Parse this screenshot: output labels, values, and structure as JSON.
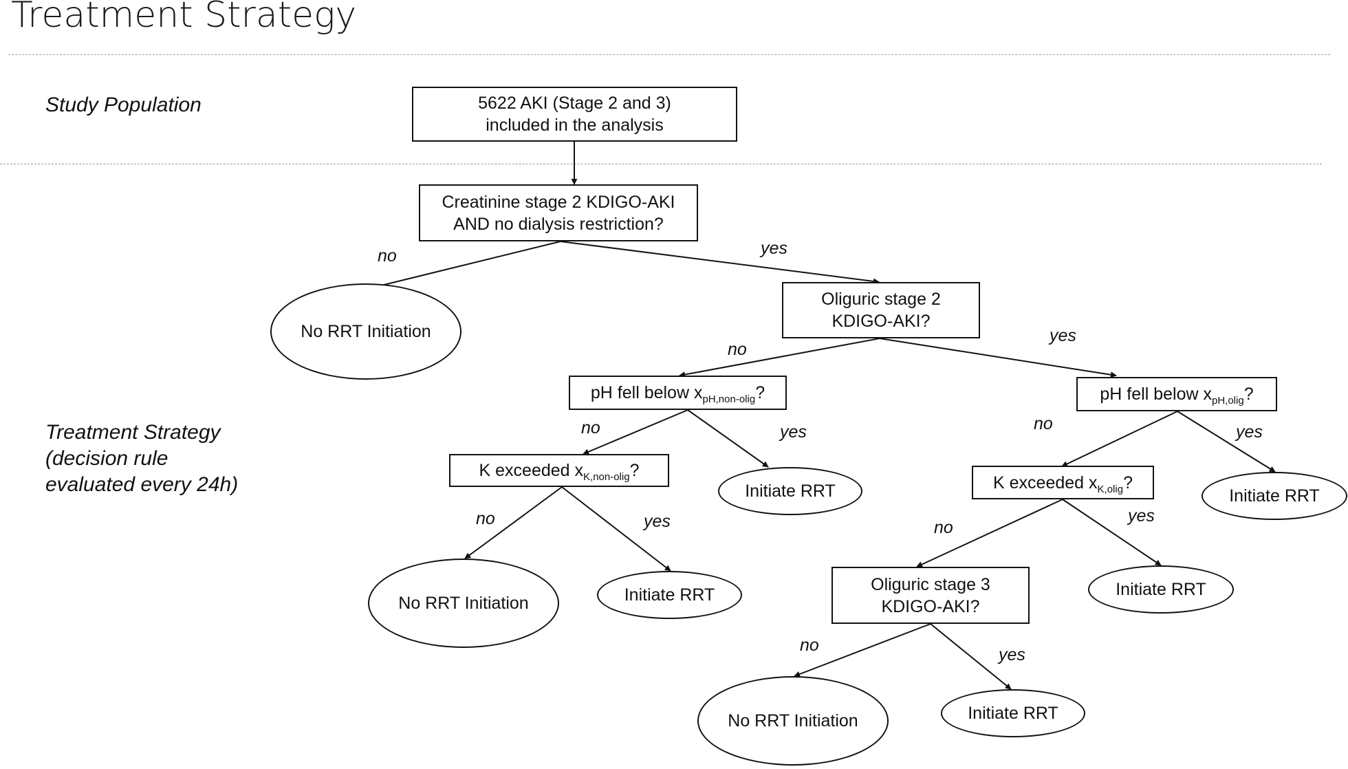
{
  "title": "Treatment Strategy",
  "sections": {
    "study_population": "Study Population",
    "treatment_strategy": "Treatment Strategy\n(decision rule\nevaluated every 24h)"
  },
  "nodes": {
    "population": {
      "line1": "5622 AKI (Stage 2 and 3)",
      "line2": "included in the analysis"
    },
    "q_creatinine": {
      "line1": "Creatinine stage 2 KDIGO-AKI",
      "line2": "AND no dialysis restriction?"
    },
    "no_rrt_1": "No RRT Initiation",
    "q_oliguric2": {
      "line1": "Oliguric stage 2",
      "line2": "KDIGO-AKI?"
    },
    "q_ph_nonolig": {
      "pre": "pH fell below x",
      "sub": "pH,non-olig",
      "post": "?"
    },
    "q_ph_olig": {
      "pre": "pH fell below x",
      "sub": "pH,olig",
      "post": "?"
    },
    "q_k_nonolig": {
      "pre": "K exceeded x",
      "sub": "K,non-olig",
      "post": "?"
    },
    "rrt_ph_nonolig": "Initiate RRT",
    "q_k_olig": {
      "pre": "K exceeded x",
      "sub": "K,olig",
      "post": "?"
    },
    "rrt_ph_olig": "Initiate RRT",
    "no_rrt_2": "No RRT Initiation",
    "rrt_k_nonolig": "Initiate RRT",
    "q_oliguric3": {
      "line1": "Oliguric stage 3",
      "line2": "KDIGO-AKI?"
    },
    "rrt_k_olig": "Initiate RRT",
    "no_rrt_3": "No RRT Initiation",
    "rrt_oliguric3": "Initiate RRT"
  },
  "edge_labels": {
    "creat_no": "no",
    "creat_yes": "yes",
    "olig2_no": "no",
    "olig2_yes": "yes",
    "ph_nonolig_no": "no",
    "ph_nonolig_yes": "yes",
    "ph_olig_no": "no",
    "ph_olig_yes": "yes",
    "k_nonolig_no": "no",
    "k_nonolig_yes": "yes",
    "k_olig_no": "no",
    "k_olig_yes": "yes",
    "olig3_no": "no",
    "olig3_yes": "yes"
  }
}
